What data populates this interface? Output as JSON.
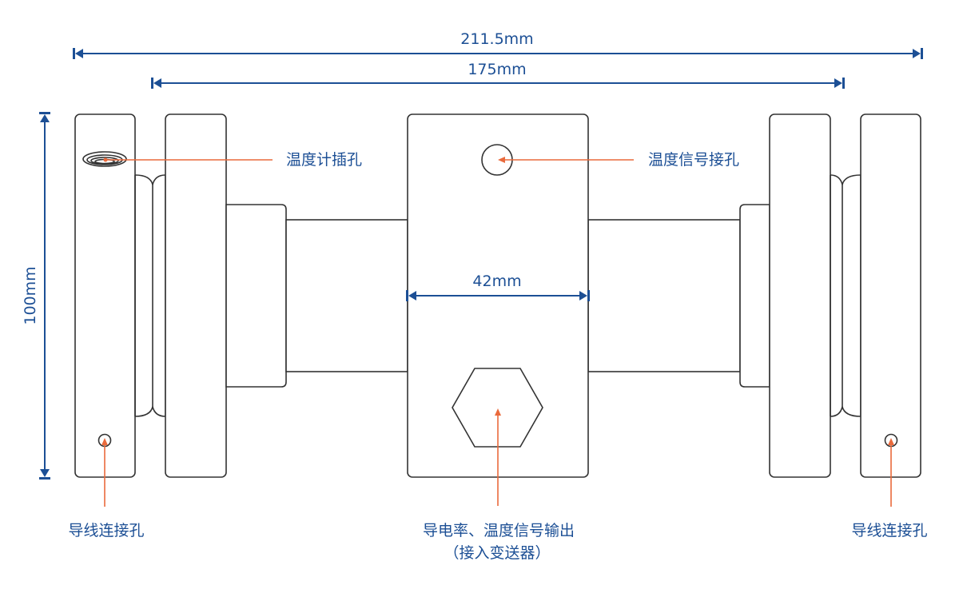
{
  "diagram": {
    "title": "电导率传感器尺寸示意图",
    "colors": {
      "dimension": "#1c4f95",
      "leader": "#ea6a3c",
      "outline": "#333333",
      "label": "#1c4f95"
    },
    "dimensions": {
      "overall_length": "211.5mm",
      "flange_span": "175mm",
      "center_block_width": "42mm",
      "height": "100mm"
    },
    "labels": {
      "thermometer_port": "温度计插孔",
      "temp_signal_port": "温度信号接孔",
      "wire_port_left": "导线连接孔",
      "wire_port_right": "导线连接孔",
      "output_line1": "导电率、温度信号输出",
      "output_line2": "（接入变送器）"
    }
  }
}
